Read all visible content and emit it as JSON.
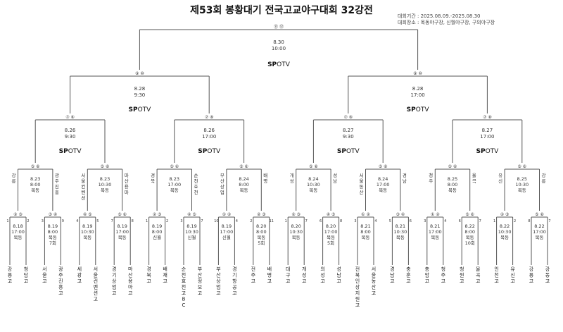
{
  "title": "제53회 봉황대기 전국고교야구대회 32강전",
  "period_label": "대회기간 : 2025.08.09.-2025.08.30",
  "venue_label": "대회장소 : 목동야구장, 신월야구장, 구의야구장",
  "broadcaster": "SPOTV",
  "final": {
    "nums": "⑪ ⑫",
    "date": "8.30",
    "time": "10:00"
  },
  "semis": [
    {
      "nums": "⑨ ⑩",
      "date": "8.28",
      "time": "9:30"
    },
    {
      "nums": "⑨ ⑩",
      "date": "8.28",
      "time": "17:00"
    }
  ],
  "quarters": [
    {
      "nums": "⑦ ⑧",
      "date": "8.26",
      "time": "9:30"
    },
    {
      "nums": "⑦ ⑧",
      "date": "8.26",
      "time": "17:00"
    },
    {
      "nums": "⑦ ⑧",
      "date": "8.27",
      "time": "9:30"
    },
    {
      "nums": "⑦ ⑧",
      "date": "8.27",
      "time": "17:00"
    }
  ],
  "r16": [
    {
      "nums": "⑤ ⑥",
      "date": "8.23",
      "time": "8:00",
      "venue": "목동",
      "left": "강릉",
      "right": "광주진흥"
    },
    {
      "nums": "⑤ ⑥",
      "date": "8.23",
      "time": "10:30",
      "venue": "목동",
      "left": "서울컨벤션",
      "right": "마산용마"
    },
    {
      "nums": "⑤ ⑥",
      "date": "8.23",
      "time": "17:00",
      "venue": "목동",
      "left": "경북",
      "right": "순천효천"
    },
    {
      "nums": "⑤ ⑥",
      "date": "8.24",
      "time": "8:00",
      "venue": "목동",
      "left": "부산상업",
      "right": "배명"
    },
    {
      "nums": "⑤ ⑥",
      "date": "8.24",
      "time": "10:30",
      "venue": "목동",
      "left": "개성",
      "right": "성남"
    },
    {
      "nums": "⑤ ⑥",
      "date": "8.24",
      "time": "17:00",
      "venue": "목동",
      "left": "서울동산",
      "right": "경남"
    },
    {
      "nums": "⑤ ⑥",
      "date": "8.25",
      "time": "8:00",
      "venue": "목동",
      "left": "청주",
      "right": "율곡"
    },
    {
      "nums": "⑤ ⑥",
      "date": "8.25",
      "time": "10:30",
      "venue": "목동",
      "left": "유신",
      "right": "강릉"
    }
  ],
  "r32": [
    {
      "nums": "② ③",
      "date": "8.18",
      "time": "17:00",
      "venue": "목동",
      "extra": "",
      "left_seed": "1",
      "right_seed": "2"
    },
    {
      "nums": "③ ④",
      "date": "8.19",
      "time": "8:00",
      "venue": "목동",
      "extra": "7회",
      "left_seed": "3",
      "right_seed": "9"
    },
    {
      "nums": "④ ⑤",
      "date": "8.19",
      "time": "10:30",
      "venue": "목동",
      "extra": "",
      "left_seed": "4",
      "right_seed": "5"
    },
    {
      "nums": "⑤ ⑥",
      "date": "8.19",
      "time": "17:00",
      "venue": "목동",
      "extra": "",
      "left_seed": "7",
      "right_seed": "8"
    },
    {
      "nums": "② ③",
      "date": "8.19",
      "time": "8:00",
      "venue": "신월",
      "extra": "",
      "left_seed": "1",
      "right_seed": "2"
    },
    {
      "nums": "④ ⑤",
      "date": "8.19",
      "time": "10:30",
      "venue": "신월",
      "extra": "",
      "left_seed": "3",
      "right_seed": "7"
    },
    {
      "nums": "① ②",
      "date": "8.19",
      "time": "17:00",
      "venue": "신월",
      "extra": "",
      "left_seed": "10",
      "right_seed": "4"
    },
    {
      "nums": "② ③",
      "date": "8.20",
      "time": "8:00",
      "venue": "목동",
      "extra": "5회",
      "left_seed": "2",
      "right_seed": "11"
    },
    {
      "nums": "② ③",
      "date": "8.20",
      "time": "10:30",
      "venue": "목동",
      "extra": "",
      "left_seed": "1",
      "right_seed": "7"
    },
    {
      "nums": "④ ⑤",
      "date": "8.20",
      "time": "17:00",
      "venue": "목동",
      "extra": "5회",
      "left_seed": "6",
      "right_seed": "8"
    },
    {
      "nums": "① ②",
      "date": "8.21",
      "time": "8:00",
      "venue": "목동",
      "extra": "",
      "left_seed": "3",
      "right_seed": "4"
    },
    {
      "nums": "③ ④",
      "date": "8.21",
      "time": "10:30",
      "venue": "목동",
      "extra": "",
      "left_seed": "5",
      "right_seed": "6"
    },
    {
      "nums": "① ②",
      "date": "8.21",
      "time": "17:00",
      "venue": "목동",
      "extra": "",
      "left_seed": "3",
      "right_seed": "4"
    },
    {
      "nums": "⑤ ⑥",
      "date": "8.22",
      "time": "8:00",
      "venue": "목동",
      "extra": "10회",
      "left_seed": "6",
      "right_seed": "7"
    },
    {
      "nums": "② ③",
      "date": "8.22",
      "time": "10:30",
      "venue": "목동",
      "extra": "",
      "left_seed": "1",
      "right_seed": "2"
    },
    {
      "nums": "⑤ ⑥",
      "date": "8.22",
      "time": "17:00",
      "venue": "목동",
      "extra": "",
      "left_seed": "8",
      "right_seed": "7"
    }
  ],
  "teams": [
    "강릉고",
    "청담고",
    "서울고",
    "광주진흥고",
    "세광고",
    "서울컨벤션고",
    "경기상업고",
    "마산용마고",
    "경북고",
    "배재고",
    "순천효천고BC",
    "부산정보고",
    "부산상업고",
    "경기항공고",
    "전주고",
    "배명고",
    "대구고",
    "개성고",
    "의성고",
    "성남고",
    "전북인상지원고",
    "서울동산고",
    "경남고",
    "충훈고",
    "충암고",
    "청주고",
    "청원고",
    "율곡고",
    "인천고",
    "유신고",
    "강릉고",
    "강동고"
  ]
}
